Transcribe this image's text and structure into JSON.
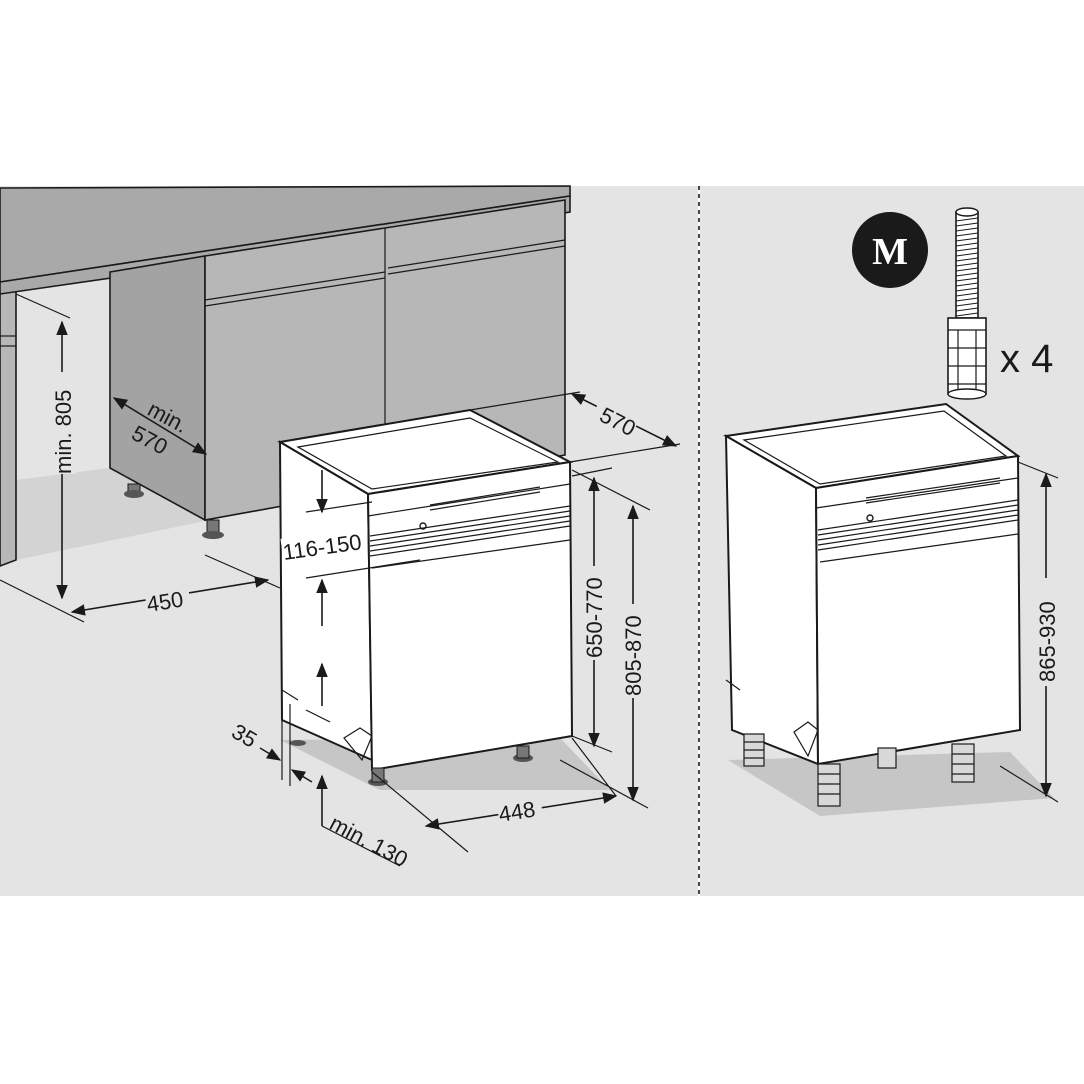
{
  "colors": {
    "panel": "#e4e4e4",
    "cabinet": "#b7b7b7",
    "cabinet_dark": "#a3a3a3",
    "counter": "#a9a9a9",
    "shadow": "#c2c2c2",
    "appliance": "#ffffff",
    "outline": "#1a1a1a",
    "badge": "#1a1a1a"
  },
  "dimensions": {
    "min_805": "min. 805",
    "min_570_a": "min.",
    "min_570_b": "570",
    "d_450": "450",
    "d_570": "570",
    "d_116_150": "116-150",
    "d_650_770": "650-770",
    "d_805_870": "805-870",
    "d_35": "35",
    "d_448": "448",
    "min_130": "min. 130",
    "d_865_930": "865-930"
  },
  "accessory": {
    "badge_letter": "M",
    "quantity": "x 4",
    "icon": "adjustable-foot-icon"
  }
}
